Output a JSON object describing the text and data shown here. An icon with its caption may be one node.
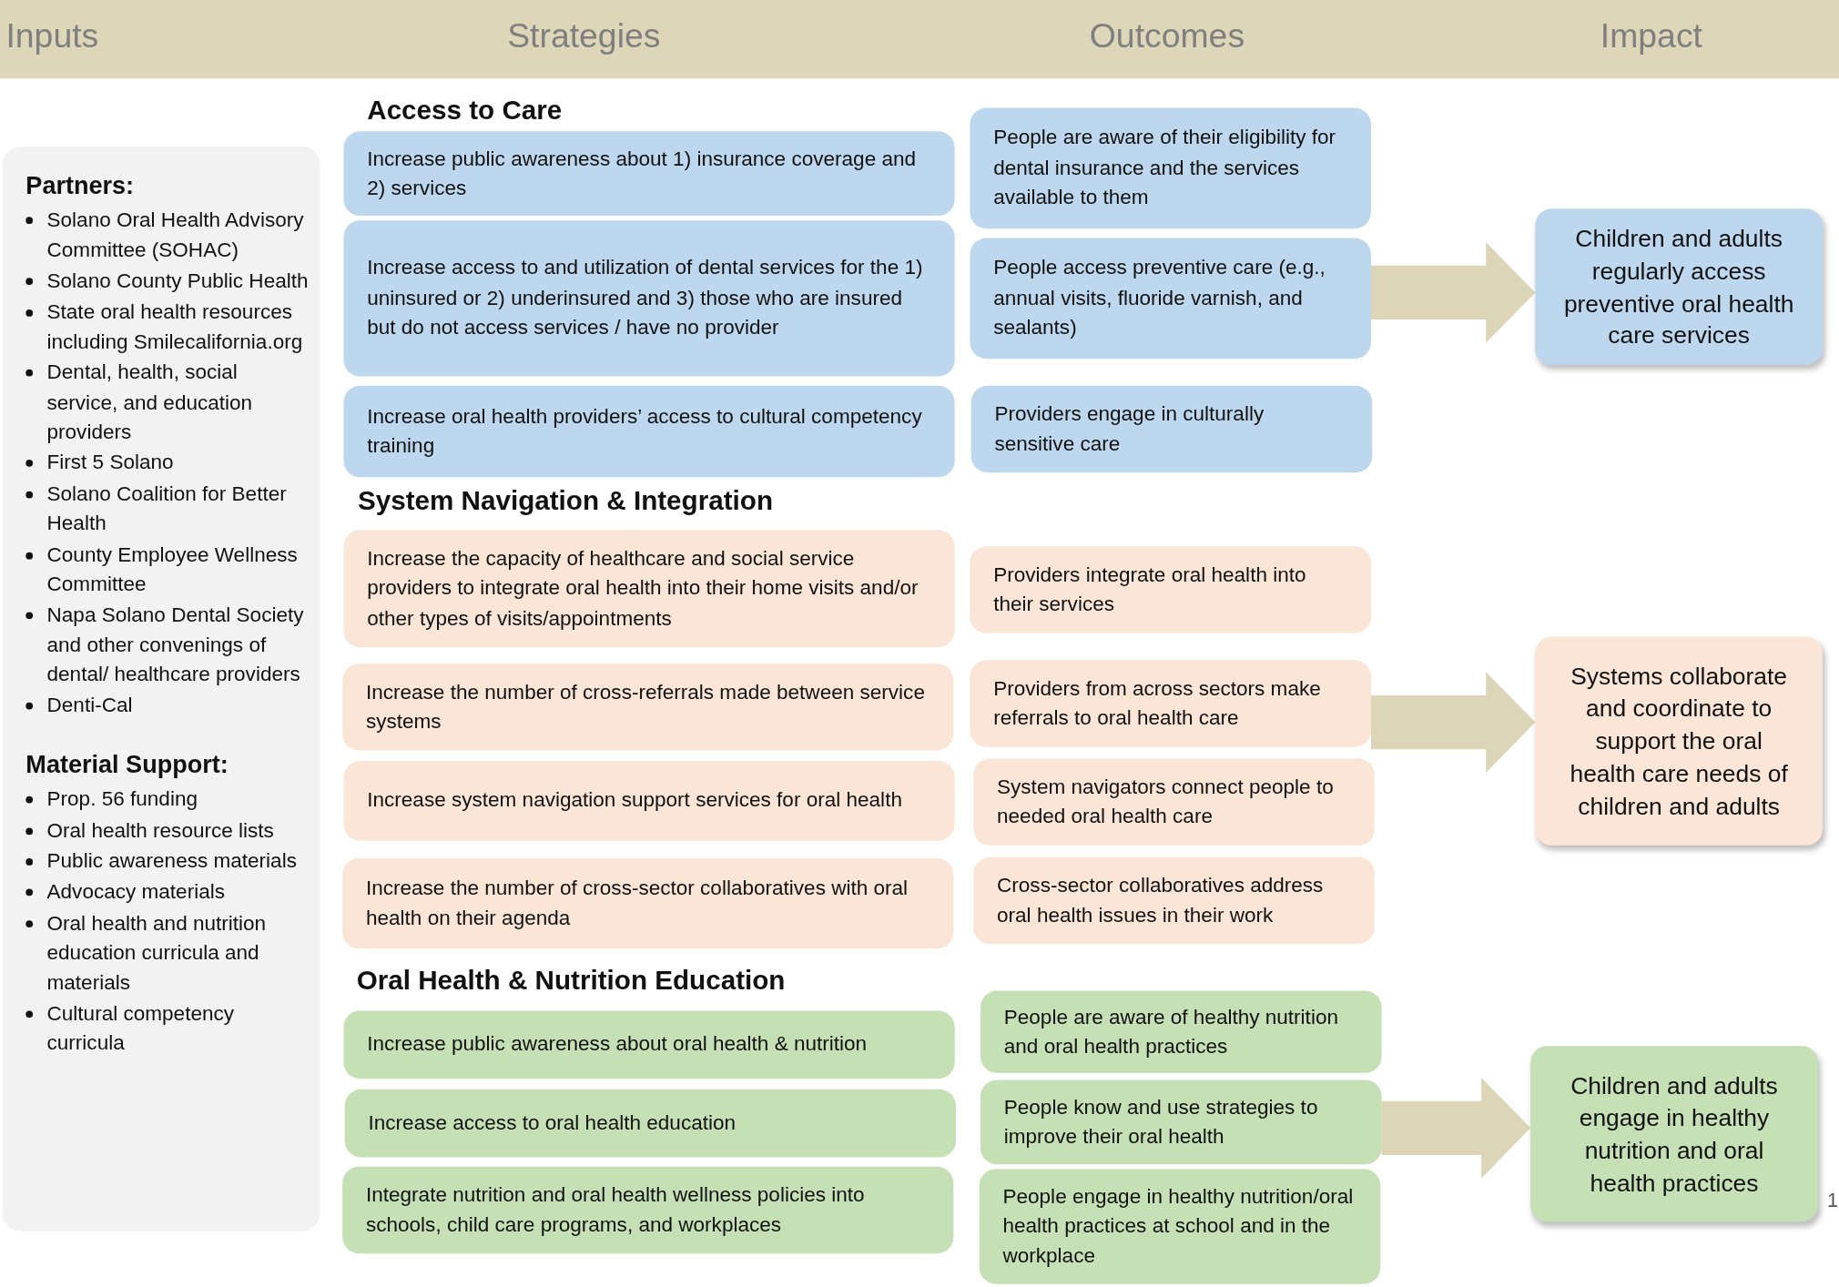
{
  "diagram": {
    "nodes": [
      {
        "text": [
          "Partners:",
          "Solano Oral Health Advisory Committee (SOHAC)",
          "Solano County Public Health",
          "State oral health resources including Smilecalifornia.org",
          "Dental, health, social service, and education providers",
          "First 5 Solano",
          "Solano Coalition for Better Health",
          "County Employee Wellness Committee",
          "Napa Solano Dental Society and other convenings of dental/ healthcare providers",
          "Denti-Cal",
          "Material Support:",
          "Prop. 56 funding",
          "Oral health resource lists",
          "Public awareness materials",
          "Advocacy materials",
          "Oral health and nutrition education curricula and materials",
          "Cultural competency curricula"
        ]
      },
      {
        "text": [
          "Increase public awareness about 1) insurance coverage and 2) services"
        ]
      },
      {
        "text": [
          "Increase access to and utilization of dental services for the 1) uninsured or 2) underinsured and 3) those who are insured but do not access services / have no provider"
        ]
      },
      {
        "text": [
          "Increase oral health providers’ access to cultural competency training"
        ]
      },
      {
        "text": [
          "People are aware of their eligibility for dental insurance and the services available to them"
        ]
      },
      {
        "text": [
          "People access preventive care (e.g., annual visits, fluoride varnish, and sealants)"
        ]
      },
      {
        "text": [
          "Providers engage in culturally sensitive care"
        ]
      },
      {
        "text": [
          "Children and adults regularly access preventive oral health care services"
        ]
      },
      {
        "text": [
          "Increase the capacity of healthcare and social service providers to integrate oral health into their home visits and/or other types of visits/appointments"
        ]
      },
      {
        "text": [
          "Increase the number of cross-referrals made between service systems"
        ]
      },
      {
        "text": [
          "Increase system navigation support services for oral health"
        ]
      },
      {
        "text": [
          "Increase the number of cross-sector collaboratives with oral health on their agenda"
        ]
      },
      {
        "text": [
          "Providers integrate oral health into their services"
        ]
      },
      {
        "text": [
          "Providers from across sectors make referrals to oral health care"
        ]
      },
      {
        "text": [
          "System navigators connect people to needed oral health care"
        ]
      },
      {
        "text": [
          "Cross-sector collaboratives address oral health issues in their work"
        ]
      },
      {
        "text": [
          "Systems collaborate and coordinate to support the oral health care needs of children and adults"
        ]
      },
      {
        "text": [
          "Increase public awareness about oral health & nutrition"
        ]
      },
      {
        "text": [
          "Increase access to oral health education"
        ]
      },
      {
        "text": [
          "Integrate nutrition and oral health wellness policies into schools, child care programs, and workplaces"
        ]
      },
      {
        "text": [
          "People are aware of healthy nutrition and oral health practices"
        ]
      },
      {
        "text": [
          "People know and use strategies to improve their oral health"
        ]
      },
      {
        "text": [
          "People engage in healthy nutrition/oral health practices at school and in the workplace"
        ]
      },
      {
        "text": [
          "Children and adults engage in healthy nutrition and oral health practices"
        ]
      }
    ],
    "edges": [
      {
        "from": 5,
        "to": 7,
        "arrow": "to",
        "style": "thick"
      },
      {
        "from": 13,
        "to": 16,
        "arrow": "to",
        "style": "thick"
      },
      {
        "from": 21,
        "to": 23,
        "arrow": "to",
        "style": "thick"
      }
    ],
    "labels": [
      "Inputs",
      "Strategies",
      "Outcomes",
      "Impact",
      "Access to Care",
      "System Navigation & Integration",
      "Oral Health & Nutrition Education",
      "1"
    ]
  }
}
